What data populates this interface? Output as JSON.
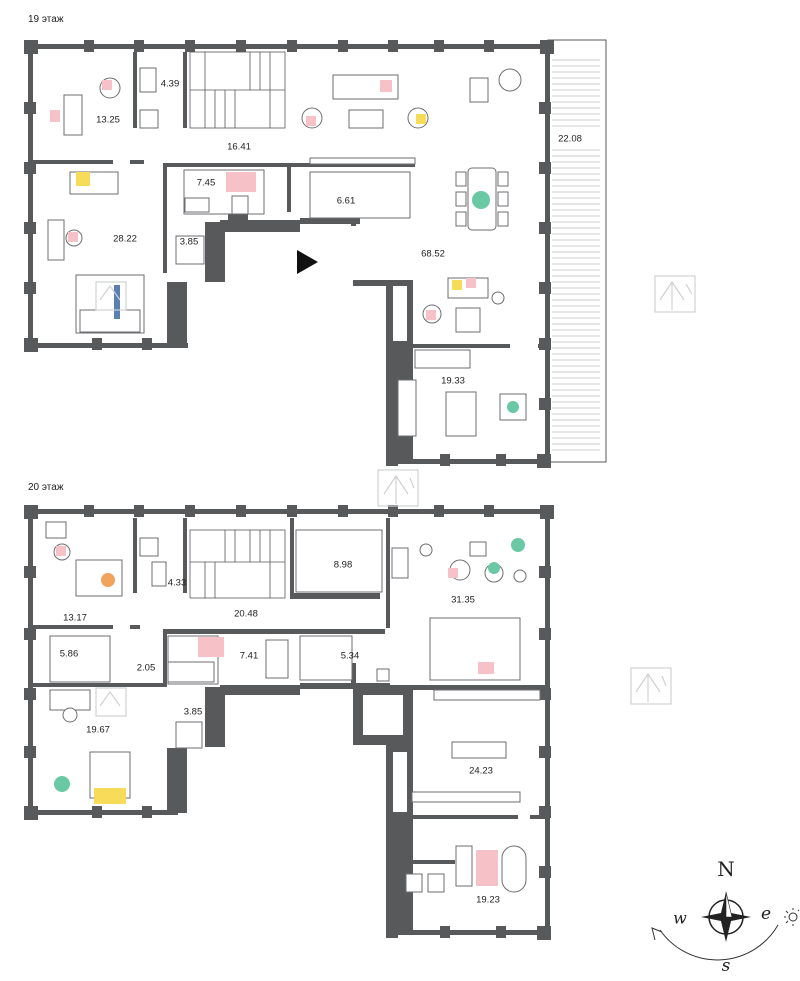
{
  "floors": [
    {
      "label": "19 этаж",
      "rooms": [
        "13.25",
        "4.39",
        "16.41",
        "22.08",
        "7.45",
        "6.61",
        "28.22",
        "3.85",
        "68.52",
        "19.33"
      ]
    },
    {
      "label": "20 этаж",
      "rooms": [
        "4.33",
        "8.98",
        "31.35",
        "13.17",
        "20.48",
        "5.86",
        "2.05",
        "7.41",
        "5.34",
        "19.67",
        "3.85",
        "24.23",
        "19.23"
      ]
    }
  ],
  "compass": {
    "north": "N",
    "south": "s",
    "west": "w",
    "east": "e"
  },
  "colors": {
    "wall": "#58595b",
    "accent_pink": "#f6c2c8",
    "accent_yellow": "#f7dc5a",
    "accent_green": "#6ac9a4"
  },
  "icons": [
    "entrance-arrow-icon",
    "compass-icon",
    "sun-icon",
    "logo-watermark-icon"
  ]
}
